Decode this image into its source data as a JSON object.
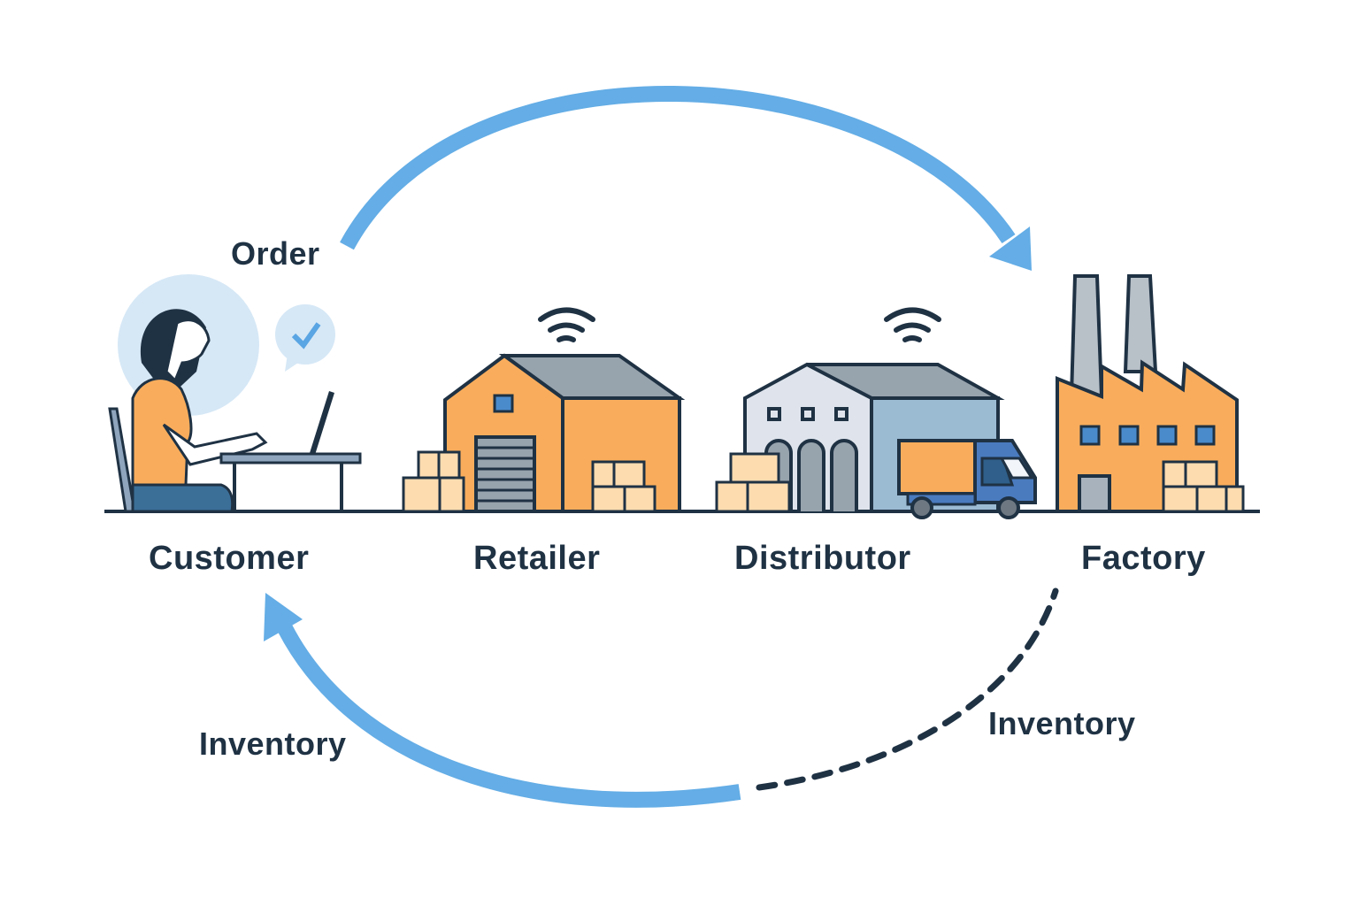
{
  "title": "Supply chain flow",
  "nodes": [
    {
      "id": "customer",
      "label": "Customer"
    },
    {
      "id": "retailer",
      "label": "Retailer"
    },
    {
      "id": "distributor",
      "label": "Distributor"
    },
    {
      "id": "factory",
      "label": "Factory"
    }
  ],
  "flows": {
    "order": {
      "label": "Order",
      "from": "Customer",
      "to": "Factory",
      "style": "solid"
    },
    "inventory_left": {
      "label": "Inventory",
      "from": "Factory",
      "to": "Customer",
      "style": "solid"
    },
    "inventory_right": {
      "label": "Inventory",
      "from": "Factory",
      "to": "Customer",
      "style": "dashed"
    }
  },
  "icons": {
    "customer": "person-at-laptop-icon",
    "checkmark": "checkmark-bubble-icon",
    "retailer": "warehouse-icon",
    "distributor": "distribution-center-icon",
    "truck": "delivery-truck-icon",
    "factory": "factory-icon",
    "wifi": "wifi-signal-icon"
  },
  "colors": {
    "arrow_blue": "#64ade6",
    "outline": "#1f3244",
    "orange": "#f9ad5c",
    "box": "#fddcb0",
    "roof_gray": "#97a3ad",
    "light_blue_bg": "#d6e8f6",
    "truck_blue": "#4a7bbf"
  }
}
